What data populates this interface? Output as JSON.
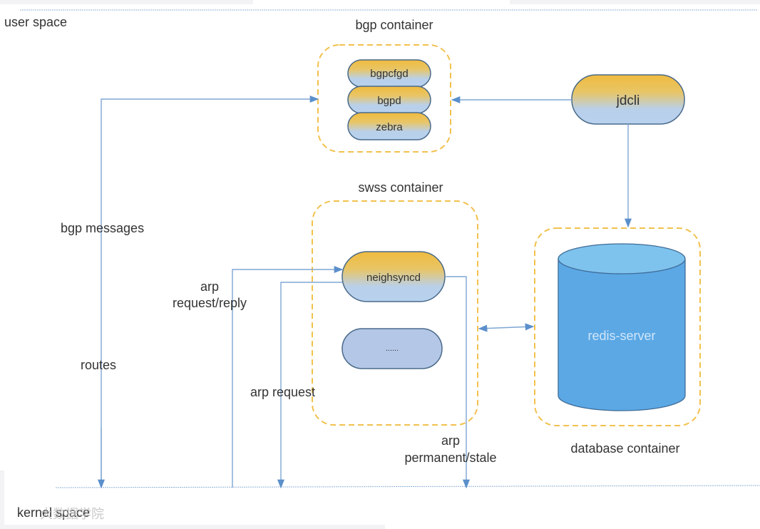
{
  "spaces": {
    "user": "user space",
    "kernel": "kernel space"
  },
  "containers": {
    "bgp": {
      "title": "bgp container",
      "processes": [
        "bgpcfgd",
        "bgpd",
        "zebra"
      ]
    },
    "swss": {
      "title": "swss container",
      "processes": [
        "neighsyncd",
        "......"
      ]
    },
    "database": {
      "title": "database container",
      "store": "redis-server"
    }
  },
  "external_nodes": {
    "jdcli": "jdcli"
  },
  "edge_labels": {
    "bgp_messages": "bgp messages",
    "routes": "routes",
    "arp_request_reply_line1": "arp",
    "arp_request_reply_line2": "request/reply",
    "arp_request": "arp request",
    "arp_permanent_stale_line1": "arp",
    "arp_permanent_stale_line2": "permanent/stale"
  },
  "colors": {
    "edge": "#7ea6d3",
    "arrowhead": "#5b8fcb",
    "container_border": "#f2c14e",
    "pill_top": "#f0bb3f",
    "pill_bottom": "#b7d1ee",
    "pill_border": "#4a6a8a",
    "plain_pill": "#b4c7e7",
    "cylinder_body": "#5ba8e5",
    "cylinder_top": "#7ec3ee"
  },
  "watermark": "大数据学院"
}
